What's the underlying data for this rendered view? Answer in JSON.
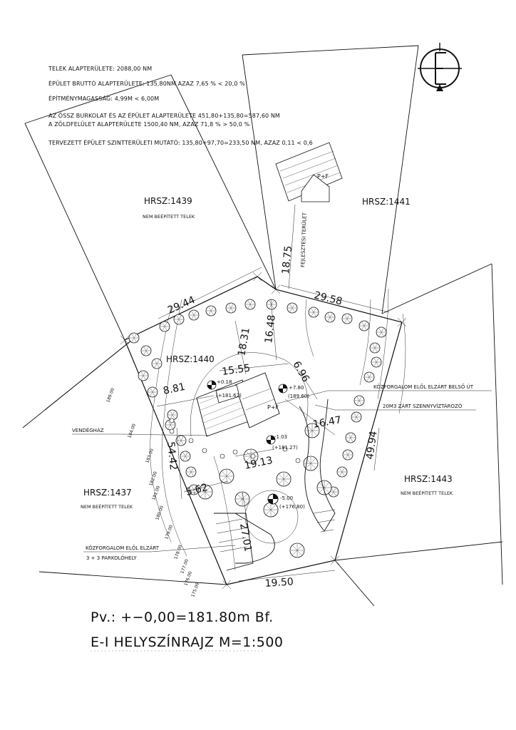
{
  "notes": {
    "line1": "TELEK ALAPTERÜLETE: 2088,00 NM",
    "line2": "ÉPÜLET BRUTTÓ ALAPTERÜLETE: 135,80NM AZAZ 7,65 % < 20,0 %",
    "line3": "ÉPÍTMÉNYMAGASSÁG: 4,99M < 6,00M",
    "line4": "AZ ÖSSZ BURKOLAT ÉS AZ ÉPÜLET ALAPTERÜLETE 451,80+135,80=587,60 NM",
    "line5": "A ZÖLDFELÜLET ALAPTERÜLETE 1500,40 NM,  AZAZ 71,8 % > 50,0 %",
    "line6": "TERVEZETT ÉPÜLET SZINTTERÜLETI MUTATÓ: 135,80+97,70=233,50 NM, AZAZ 0,11 < 0,6"
  },
  "parcels": {
    "p1439": "HRSZ:1439",
    "p1439_sub": "NEM BEÉPÍTETT TELEK",
    "p1441": "HRSZ:1441",
    "p1440": "HRSZ:1440",
    "p1437": "HRSZ:1437",
    "p1437_sub": "NEM BEÉPÍTETT TELEK",
    "p1443": "HRSZ:1443",
    "p1443_sub": "NEM BEÉPÍTETT TELEK"
  },
  "dimensions": {
    "d2944": "29.44",
    "d2958": "29.58",
    "d1875": "18.75",
    "d1831": "18.31",
    "d1648": "16.48",
    "d1555": "15.55",
    "d881": "8.81",
    "d696": "6.96",
    "d1647": "16.47",
    "d4994": "49.94",
    "d1913": "19.13",
    "d562": "5.62",
    "d2701": "27.01",
    "d5442": "54.42",
    "d1950": "19.50"
  },
  "elevations": {
    "e1": "+0.18",
    "e1b": "(+181.62)",
    "e2": "+7.80",
    "e2b": "(189.60)",
    "e3": "-1.03",
    "e3b": "(+181.27)",
    "e4": "-5.00",
    "e4b": "(+176,80)"
  },
  "contours": [
    "189.00",
    "184.00",
    "183.00",
    "182.00",
    "181.00",
    "180.00",
    "179.00",
    "178.00",
    "177.00",
    "176.00",
    "175.00"
  ],
  "labels": {
    "neighbor_building": "P+F",
    "house": "P+F",
    "development_area": "FEJLESZTÉSI TERÜLET",
    "guesthouse": "VENDÉGHÁZ",
    "inner_road": "KÖZFORGALOM ELŐL ELZÁRT BELSŐ ÚT",
    "septic_tank": "20M3 ZÁRT SZENNYVÍZTÁROZÓ",
    "parking_line1": "KÖZFORGALOM ELŐL ELZÁRT",
    "parking_line2": "3 + 3 PARKOLÓHELY"
  },
  "footer": {
    "reference_level": "Pv.:  +−0,00=181.80m  Bf.",
    "drawing_title": "E-I HELYSZÍNRAJZ M=1:500"
  }
}
